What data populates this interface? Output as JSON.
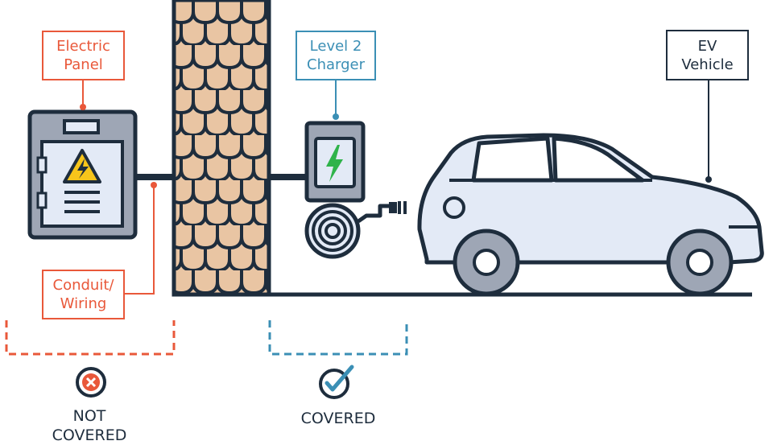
{
  "labels": {
    "electric_panel": [
      "Electric",
      "Panel"
    ],
    "charger": [
      "Level 2",
      "Charger"
    ],
    "ev_vehicle": [
      "EV",
      "Vehicle"
    ],
    "conduit": [
      "Conduit/",
      "Wiring"
    ]
  },
  "status": {
    "not_covered": [
      "NOT",
      "COVERED"
    ],
    "covered": [
      "COVERED"
    ]
  },
  "icons": {
    "not_covered": "x-circle-icon",
    "covered": "check-circle-icon",
    "hazard": "high-voltage-warning-icon",
    "charge": "lightning-bolt-icon"
  },
  "colors": {
    "not_covered": "#e9583a",
    "covered": "#3b8fb5",
    "outline": "#1e2d3d",
    "brick": "#e9c5a3",
    "car_body": "#e3eaf6",
    "equipment": "#9ea6b5",
    "bolt": "#2fb34a",
    "hazard": "#f7c51b"
  }
}
